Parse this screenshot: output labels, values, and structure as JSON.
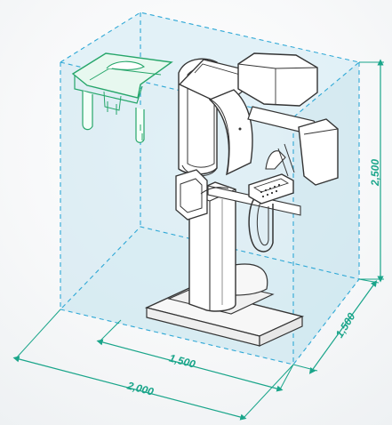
{
  "colors": {
    "dimension": "#1aa58a",
    "room_fill": "#c9e4ef",
    "room_stroke": "#2fa8d6",
    "device_fill": "#ffffff",
    "device_stroke": "#343434",
    "head_support": "#e7f8ef",
    "head_support_stroke": "#26a66a"
  },
  "dimensions": {
    "height": "2,500",
    "depth": "1,500",
    "inner_width": "1,500",
    "outer_width": "2,000"
  },
  "icons": {
    "room_box": "dashed-room-box-icon",
    "device": "dental-xray-unit-icon",
    "head_support": "head-support-icon"
  }
}
